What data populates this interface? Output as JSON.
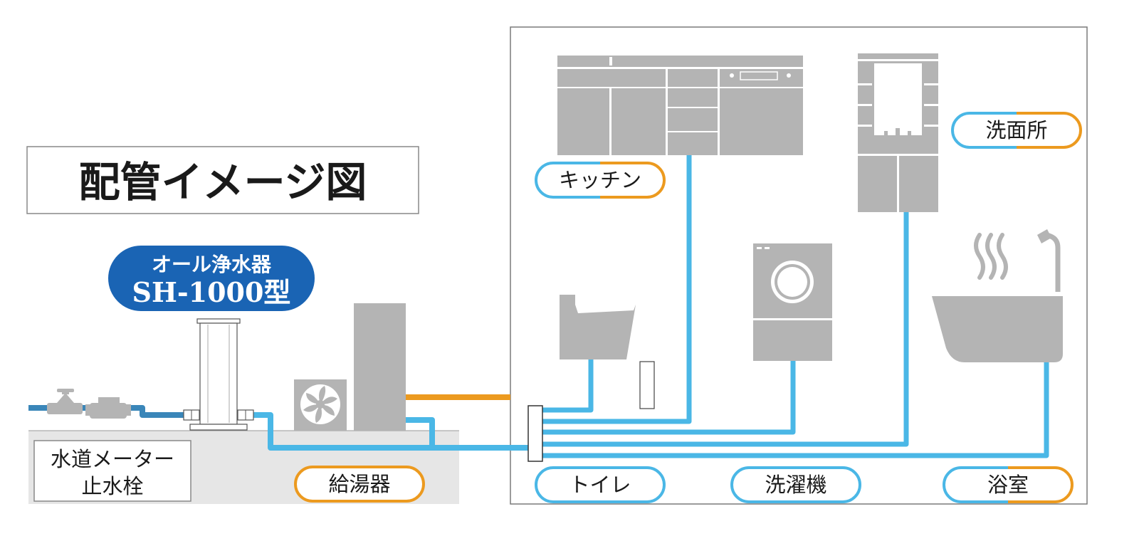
{
  "title": "配管イメージ図",
  "product": {
    "line1": "オール浄水器",
    "line2": "SH-1000型"
  },
  "labels": {
    "meter": [
      "水道メーター",
      "止水栓"
    ],
    "water_heater": "給湯器",
    "kitchen": "キッチン",
    "washroom": "洗面所",
    "toilet": "トイレ",
    "washing_machine": "洗濯機",
    "bathroom": "浴室"
  },
  "colors": {
    "cold_pipe": "#4ab7e6",
    "hot_pipe": "#ec9a1f",
    "supply_pipe": "#3a86b9",
    "fixture_gray": "#b4b4b4",
    "badge_blue": "#1a64b4"
  }
}
